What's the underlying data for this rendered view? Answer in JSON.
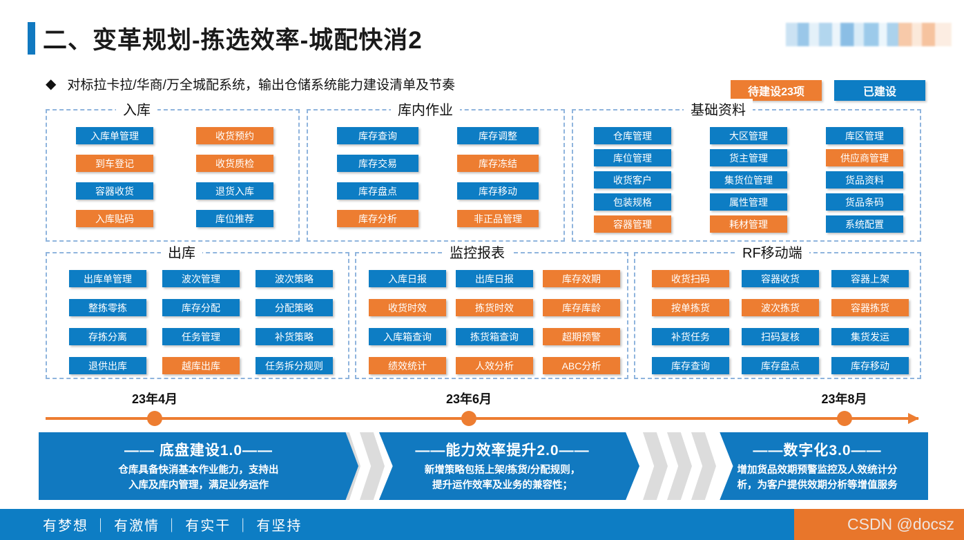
{
  "header": {
    "title": "二、变革规划-拣选效率-城配快消2",
    "accent_color": "#1179c0",
    "logo": "blurred-company-logo"
  },
  "subtitle": {
    "bullet": "◆",
    "text": "对标拉卡拉/华商/万全城配系统，输出仓储系统能力建设清单及节奏"
  },
  "legend": {
    "pending": "待建设23项",
    "pending_color": "#ED7D31",
    "built": "已建设",
    "built_color": "#0d7dc4"
  },
  "panels": [
    {
      "id": "panel-inbound",
      "title": "入库",
      "tiles": [
        {
          "label": "入库单管理",
          "state": "blue"
        },
        {
          "label": "收货预约",
          "state": "orange"
        },
        {
          "label": "到车登记",
          "state": "orange"
        },
        {
          "label": "收货质检",
          "state": "orange"
        },
        {
          "label": "容器收货",
          "state": "blue"
        },
        {
          "label": "退货入库",
          "state": "blue"
        },
        {
          "label": "入库贴码",
          "state": "orange"
        },
        {
          "label": "库位推荐",
          "state": "blue"
        }
      ]
    },
    {
      "id": "panel-inwarehouse",
      "title": "库内作业",
      "tiles": [
        {
          "label": "库存查询",
          "state": "blue"
        },
        {
          "label": "库存调整",
          "state": "blue"
        },
        {
          "label": "库存交易",
          "state": "blue"
        },
        {
          "label": "库存冻结",
          "state": "orange"
        },
        {
          "label": "库存盘点",
          "state": "blue"
        },
        {
          "label": "库存移动",
          "state": "blue"
        },
        {
          "label": "库存分析",
          "state": "orange"
        },
        {
          "label": "非正品管理",
          "state": "orange"
        }
      ]
    },
    {
      "id": "panel-basic",
      "title": "基础资料",
      "tiles": [
        {
          "label": "仓库管理",
          "state": "blue"
        },
        {
          "label": "大区管理",
          "state": "blue"
        },
        {
          "label": "库区管理",
          "state": "blue"
        },
        {
          "label": "库位管理",
          "state": "blue"
        },
        {
          "label": "货主管理",
          "state": "blue"
        },
        {
          "label": "供应商管理",
          "state": "orange"
        },
        {
          "label": "收货客户",
          "state": "blue"
        },
        {
          "label": "集货位管理",
          "state": "blue"
        },
        {
          "label": "货品资料",
          "state": "blue"
        },
        {
          "label": "包装规格",
          "state": "blue"
        },
        {
          "label": "属性管理",
          "state": "blue"
        },
        {
          "label": "货品条码",
          "state": "blue"
        },
        {
          "label": "容器管理",
          "state": "orange"
        },
        {
          "label": "耗材管理",
          "state": "orange"
        },
        {
          "label": "系统配置",
          "state": "blue"
        }
      ]
    },
    {
      "id": "panel-outbound",
      "title": "出库",
      "tiles": [
        {
          "label": "出库单管理",
          "state": "blue"
        },
        {
          "label": "波次管理",
          "state": "blue"
        },
        {
          "label": "波次策略",
          "state": "blue"
        },
        {
          "label": "整拣零拣",
          "state": "blue"
        },
        {
          "label": "库存分配",
          "state": "blue"
        },
        {
          "label": "分配策略",
          "state": "blue"
        },
        {
          "label": "存拣分离",
          "state": "blue"
        },
        {
          "label": "任务管理",
          "state": "blue"
        },
        {
          "label": "补货策略",
          "state": "blue"
        },
        {
          "label": "退供出库",
          "state": "blue"
        },
        {
          "label": "越库出库",
          "state": "orange"
        },
        {
          "label": "任务拆分规则",
          "state": "blue"
        }
      ]
    },
    {
      "id": "panel-report",
      "title": "监控报表",
      "tiles": [
        {
          "label": "入库日报",
          "state": "blue"
        },
        {
          "label": "出库日报",
          "state": "blue"
        },
        {
          "label": "库存效期",
          "state": "orange"
        },
        {
          "label": "收货时效",
          "state": "orange"
        },
        {
          "label": "拣货时效",
          "state": "orange"
        },
        {
          "label": "库存库龄",
          "state": "orange"
        },
        {
          "label": "入库箱查询",
          "state": "blue"
        },
        {
          "label": "拣货箱查询",
          "state": "blue"
        },
        {
          "label": "超期预警",
          "state": "orange"
        },
        {
          "label": "绩效统计",
          "state": "orange"
        },
        {
          "label": "人效分析",
          "state": "orange"
        },
        {
          "label": "ABC分析",
          "state": "orange"
        }
      ]
    },
    {
      "id": "panel-rf",
      "title": "RF移动端",
      "tiles": [
        {
          "label": "收货扫码",
          "state": "orange"
        },
        {
          "label": "容器收货",
          "state": "blue"
        },
        {
          "label": "容器上架",
          "state": "blue"
        },
        {
          "label": "按单拣货",
          "state": "orange"
        },
        {
          "label": "波次拣货",
          "state": "orange"
        },
        {
          "label": "容器拣货",
          "state": "orange"
        },
        {
          "label": "补货任务",
          "state": "blue"
        },
        {
          "label": "扫码复核",
          "state": "blue"
        },
        {
          "label": "集货发运",
          "state": "blue"
        },
        {
          "label": "库存查询",
          "state": "blue"
        },
        {
          "label": "库存盘点",
          "state": "blue"
        },
        {
          "label": "库存移动",
          "state": "blue"
        }
      ]
    }
  ],
  "timeline": {
    "line_color": "#ED7D31",
    "milestones": [
      {
        "label": "23年4月",
        "x_pct": 12.5
      },
      {
        "label": "23年6月",
        "x_pct": 48.5
      },
      {
        "label": "23年8月",
        "x_pct": 91.5
      }
    ]
  },
  "phases": [
    {
      "title": "—— 底盘建设1.0——",
      "desc": "仓库具备快消基本作业能力，支持出\n入库及库内管理，满足业务运作"
    },
    {
      "title": "——能力效率提升2.0——",
      "desc": "新增策略包括上架/拣货/分配规则，\n提升运作效率及业务的兼容性；"
    },
    {
      "title": "——数字化3.0——",
      "desc": "增加货品效期预警监控及人效统计分\n析，为客户提供效期分析等增值服务"
    }
  ],
  "footer": {
    "slogan": "有梦想 ｜ 有激情 ｜ 有实干 ｜ 有坚持",
    "background": "#0d7dc4",
    "watermark": "CSDN @docsz",
    "watermark_background": "#E8762B"
  }
}
